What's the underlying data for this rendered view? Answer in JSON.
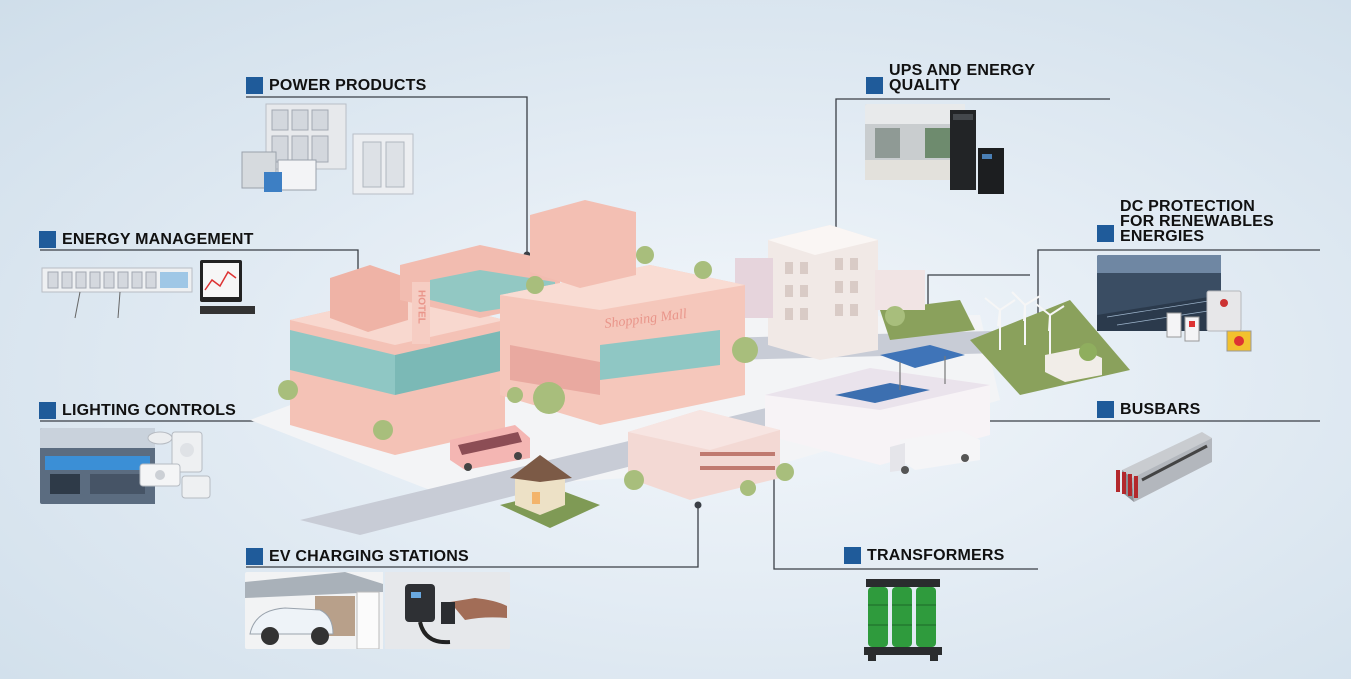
{
  "labels": {
    "power_products": "POWER PRODUCTS",
    "energy_management": "ENERGY MANAGEMENT",
    "lighting_controls": "LIGHTING CONTROLS",
    "ev_charging": "EV CHARGING STATIONS",
    "ups_line1": "UPS AND ENERGY",
    "ups_line2": "QUALITY",
    "dc_line1": "DC PROTECTION",
    "dc_line2": "FOR RENEWABLES",
    "dc_line3": "ENERGIES",
    "busbars": "BUSBARS",
    "transformers": "TRANSFORMERS"
  },
  "buildings": {
    "hotel_sign": "HOTEL",
    "mall_sign": "Shopping Mall"
  },
  "colors": {
    "accent": "#1f5b9a",
    "leader_line": "#3a3f46",
    "building_pink": "#f4c2b6",
    "glass": "#8fc7c4"
  }
}
